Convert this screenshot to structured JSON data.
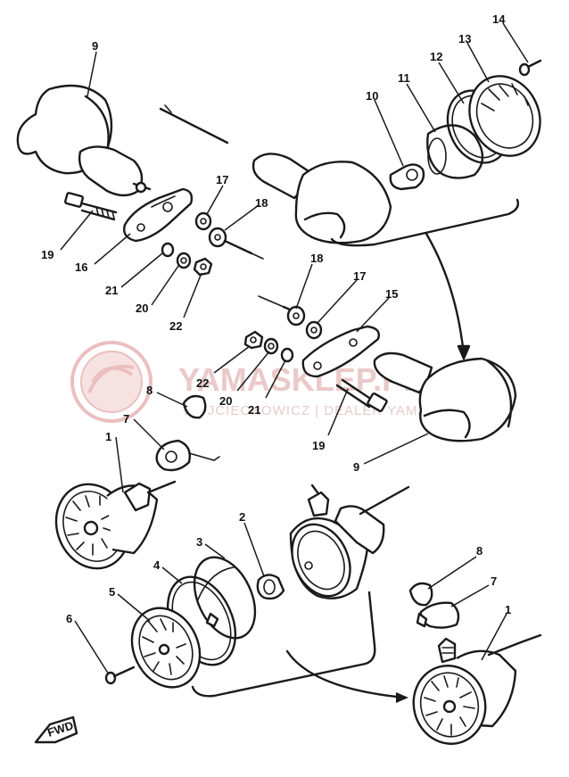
{
  "watermark": {
    "brand": "YAMASKLEP.PL",
    "subtitle": "WOJCIECHOWICZ | DEALER YAMAHA",
    "color": "#e8b4b4"
  },
  "fwd_label": "FWD",
  "part_numbers": [
    "1",
    "2",
    "3",
    "4",
    "5",
    "6",
    "7",
    "8",
    "9",
    "10",
    "11",
    "12",
    "13",
    "14",
    "15",
    "16",
    "17",
    "18",
    "19",
    "20",
    "21",
    "22"
  ],
  "callouts": [
    {
      "id": "c9a",
      "text": "9"
    },
    {
      "id": "c19a",
      "text": "19"
    },
    {
      "id": "c16",
      "text": "16"
    },
    {
      "id": "c21a",
      "text": "21"
    },
    {
      "id": "c20a",
      "text": "20"
    },
    {
      "id": "c22a",
      "text": "22"
    },
    {
      "id": "c17a",
      "text": "17"
    },
    {
      "id": "c18a",
      "text": "18"
    },
    {
      "id": "c10",
      "text": "10"
    },
    {
      "id": "c11",
      "text": "11"
    },
    {
      "id": "c12",
      "text": "12"
    },
    {
      "id": "c13",
      "text": "13"
    },
    {
      "id": "c14",
      "text": "14"
    },
    {
      "id": "c18b",
      "text": "18"
    },
    {
      "id": "c17b",
      "text": "17"
    },
    {
      "id": "c15",
      "text": "15"
    },
    {
      "id": "c22b",
      "text": "22"
    },
    {
      "id": "c20b",
      "text": "20"
    },
    {
      "id": "c21b",
      "text": "21"
    },
    {
      "id": "c19b",
      "text": "19"
    },
    {
      "id": "c9b",
      "text": "9"
    },
    {
      "id": "c8a",
      "text": "8"
    },
    {
      "id": "c7a",
      "text": "7"
    },
    {
      "id": "c1a",
      "text": "1"
    },
    {
      "id": "c2",
      "text": "2"
    },
    {
      "id": "c3",
      "text": "3"
    },
    {
      "id": "c4",
      "text": "4"
    },
    {
      "id": "c5",
      "text": "5"
    },
    {
      "id": "c6",
      "text": "6"
    },
    {
      "id": "c8b",
      "text": "8"
    },
    {
      "id": "c7b",
      "text": "7"
    },
    {
      "id": "c1b",
      "text": "1"
    }
  ]
}
